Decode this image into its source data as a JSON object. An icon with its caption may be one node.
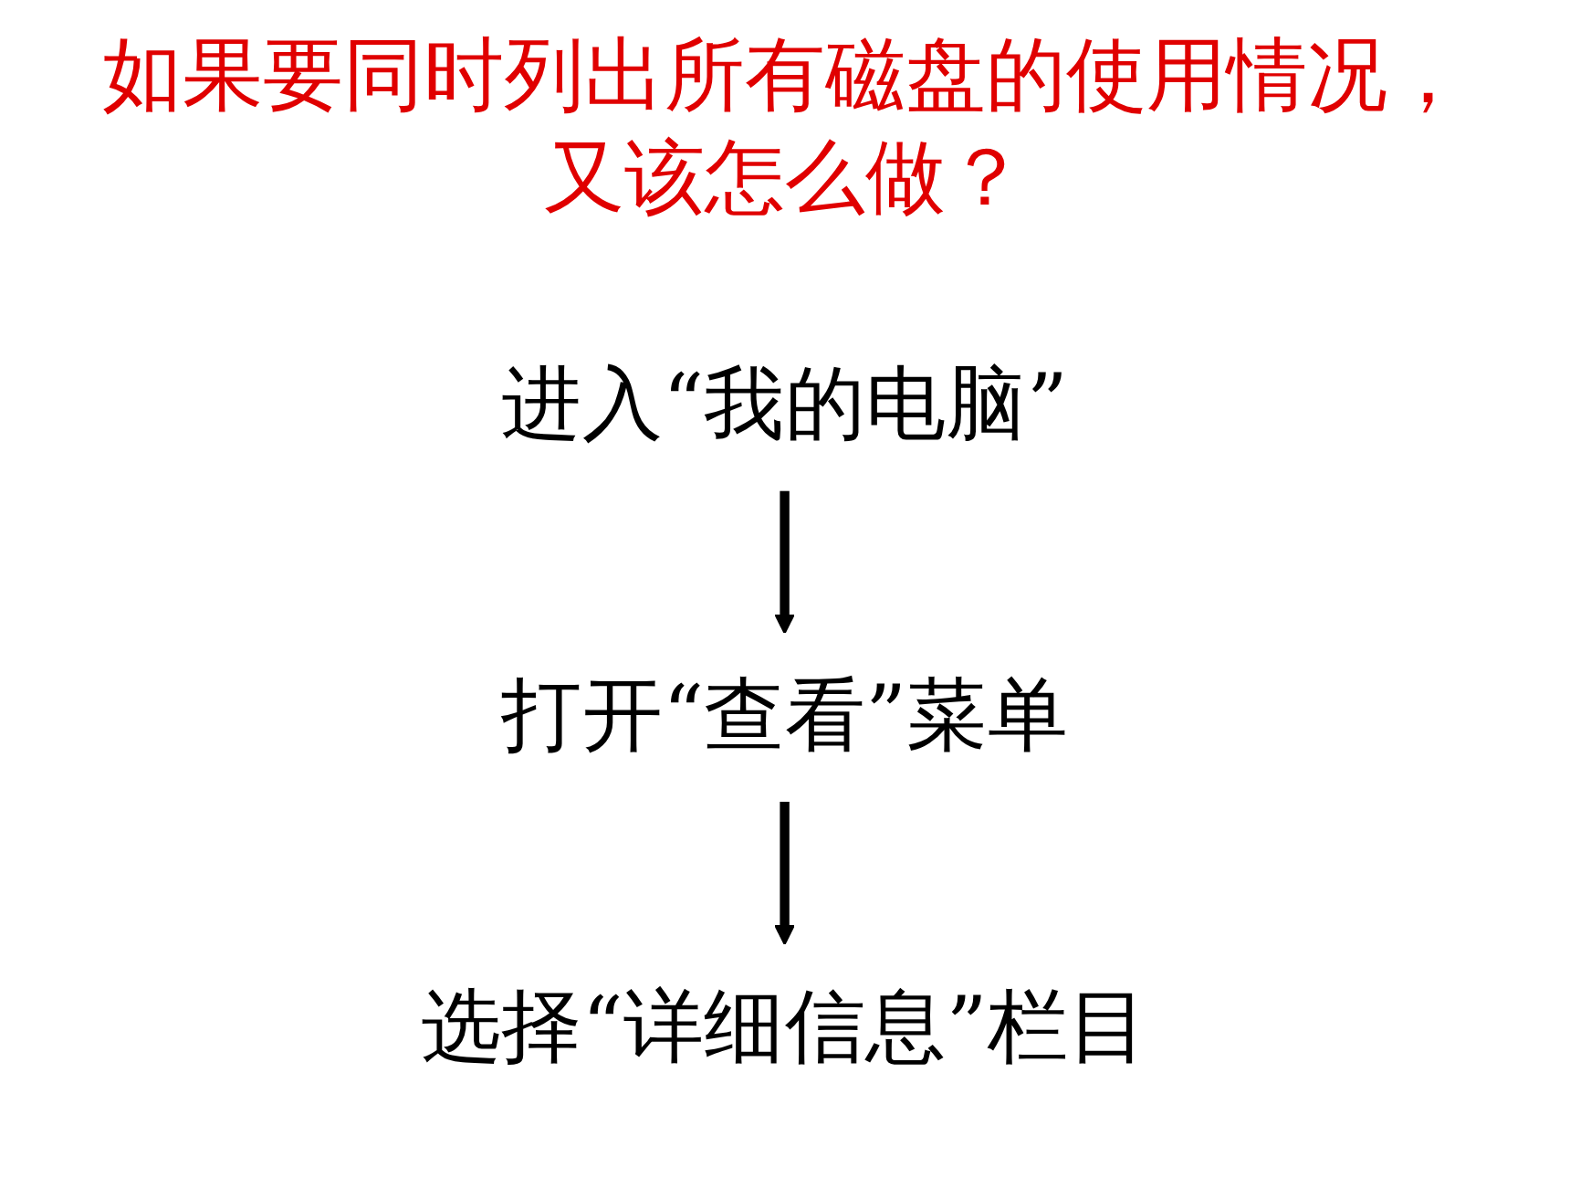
{
  "diagram": {
    "title": "如果要同时列出所有磁盘的使用情况，又该怎么做？",
    "nodes": [
      {
        "text": [
          "进入“我的电脑”"
        ]
      },
      {
        "text": [
          "打开“查看”菜单"
        ]
      },
      {
        "text": [
          "选择“详细信息”栏目"
        ]
      }
    ],
    "edges": [
      {
        "from": 0,
        "to": 1,
        "arrow": "to"
      },
      {
        "from": 1,
        "to": 2,
        "arrow": "to"
      }
    ]
  }
}
